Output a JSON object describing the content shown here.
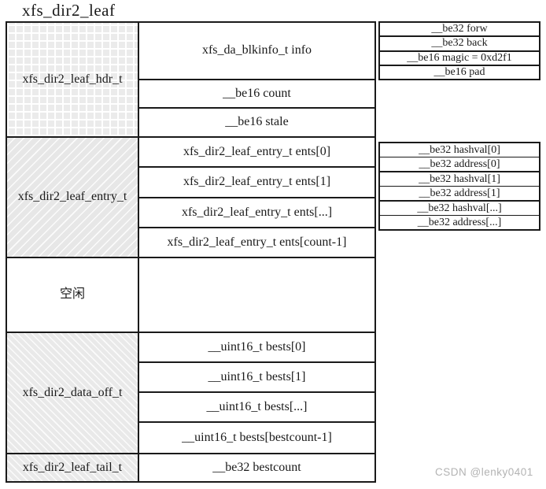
{
  "title": "xfs_dir2_leaf",
  "watermark": "CSDN @lenky0401",
  "colors": {
    "border": "#1a1a1a",
    "pattern_fill": "#e9e9e9",
    "pattern_line": "#ffffff",
    "watermark_text": "#b3b3b3"
  },
  "table": {
    "left_sections": [
      {
        "label": "xfs_dir2_leaf_hdr_t",
        "pattern": "grid"
      },
      {
        "label": "xfs_dir2_leaf_entry_t",
        "pattern": "hatch-forward"
      },
      {
        "label": "空闲",
        "pattern": "none"
      },
      {
        "label": "xfs_dir2_data_off_t",
        "pattern": "hatch-back"
      },
      {
        "label": "xfs_dir2_leaf_tail_t",
        "pattern": "hatch-back"
      }
    ],
    "middle_rows": [
      "xfs_da_blkinfo_t info",
      "__be16 count",
      "__be16 stale",
      "xfs_dir2_leaf_entry_t ents[0]",
      "xfs_dir2_leaf_entry_t ents[1]",
      "xfs_dir2_leaf_entry_t ents[...]",
      "xfs_dir2_leaf_entry_t ents[count-1]",
      "",
      "__uint16_t bests[0]",
      "__uint16_t bests[1]",
      "__uint16_t bests[...]",
      "__uint16_t bests[bestcount-1]",
      "__be32 bestcount"
    ],
    "right_groups": [
      {
        "rows": [
          "__be32 forw",
          "__be32 back",
          "__be16 magic = 0xd2f1",
          "__be16 pad"
        ]
      },
      {
        "rows": [
          "__be32 hashval[0]",
          "__be32 address[0]",
          "__be32 hashval[1]",
          "__be32 address[1]",
          "__be32 hashval[...]",
          "__be32 address[...]"
        ]
      }
    ]
  }
}
